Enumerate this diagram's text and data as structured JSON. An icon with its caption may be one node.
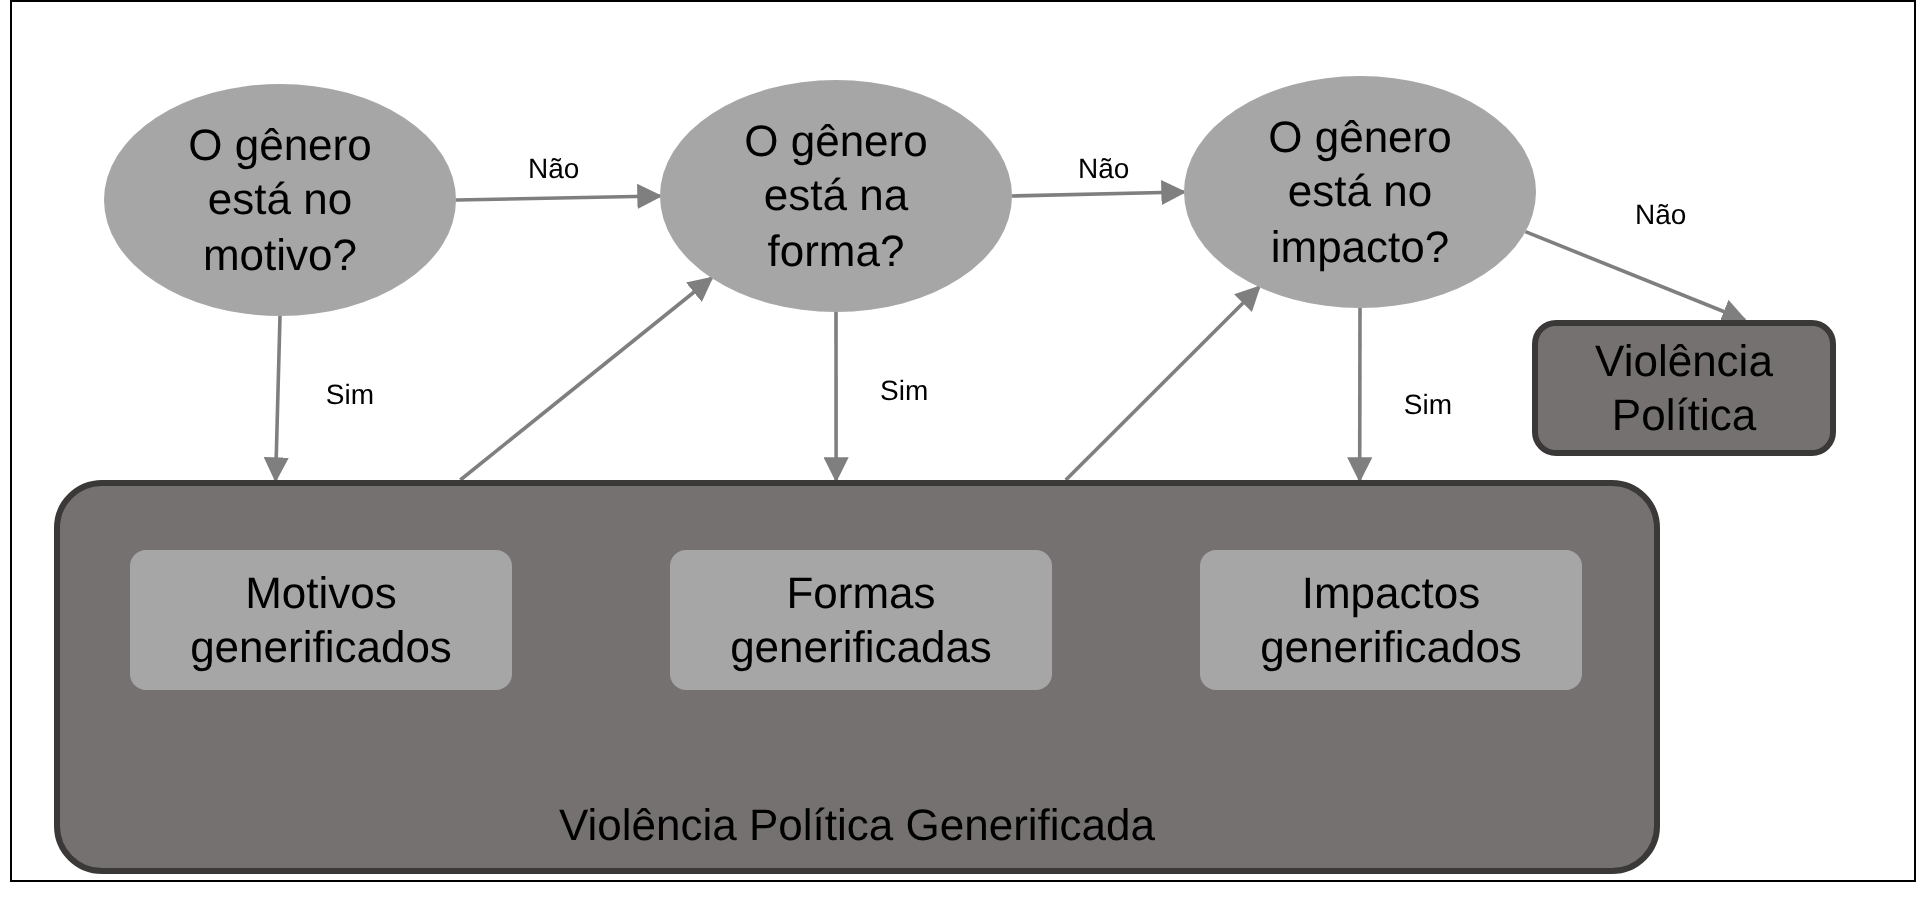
{
  "diagram": {
    "nodes": [
      {
        "text": [
          "O gênero está no motivo?"
        ]
      },
      {
        "text": [
          "O gênero está na forma?"
        ]
      },
      {
        "text": [
          "O gênero está no impacto?"
        ]
      },
      {
        "text": [
          "Violência Política"
        ]
      },
      {
        "text": [
          "Violência Política Generificada"
        ]
      },
      {
        "text": [
          "Motivos generificados"
        ],
        "in": 4
      },
      {
        "text": [
          "Formas generificadas"
        ],
        "in": 4
      },
      {
        "text": [
          "Impactos generificados"
        ],
        "in": 4
      }
    ],
    "edges": [
      {
        "from": 0,
        "to": 1,
        "arrow": "to",
        "label": "Não"
      },
      {
        "from": 1,
        "to": 2,
        "arrow": "to",
        "label": "Não"
      },
      {
        "from": 2,
        "to": 3,
        "arrow": "to",
        "label": "Não"
      },
      {
        "from": 0,
        "to": 4,
        "arrow": "to",
        "label": "Sim"
      },
      {
        "from": 1,
        "to": 4,
        "arrow": "to",
        "label": "Sim"
      },
      {
        "from": 2,
        "to": 4,
        "arrow": "to",
        "label": "Sim"
      },
      {
        "from": 4,
        "to": 1,
        "arrow": "to"
      },
      {
        "from": 4,
        "to": 2,
        "arrow": "to"
      }
    ]
  }
}
